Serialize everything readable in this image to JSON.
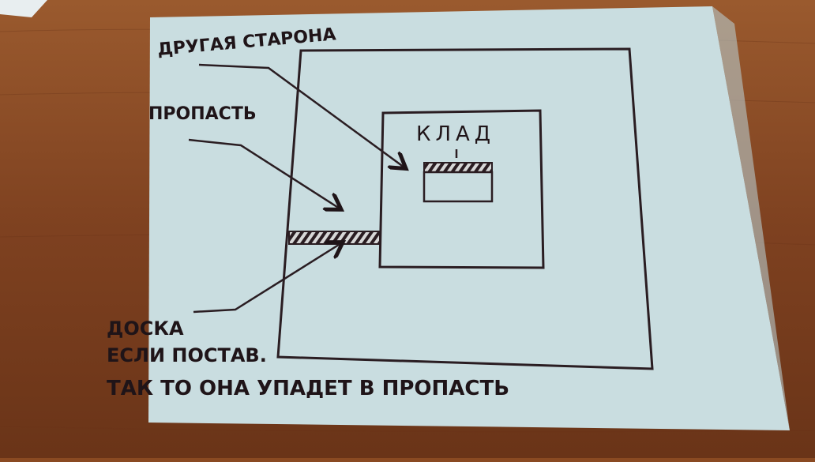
{
  "labels": {
    "other_side": "ДРУГАЯ СТАРОНА",
    "chasm": "ПРОПАСТЬ",
    "treasure": "КЛАД",
    "board_note": {
      "line1": "ДОСКА",
      "line2": "ЕСЛИ ПОСТАВ.",
      "line3": "ТАК ТО ОНА УПАДЕТ В ПРОПАСТЬ"
    }
  },
  "colors": {
    "table_wood": "#8a4a22",
    "paper": "#c9dde0",
    "ink": "#1f1418"
  }
}
